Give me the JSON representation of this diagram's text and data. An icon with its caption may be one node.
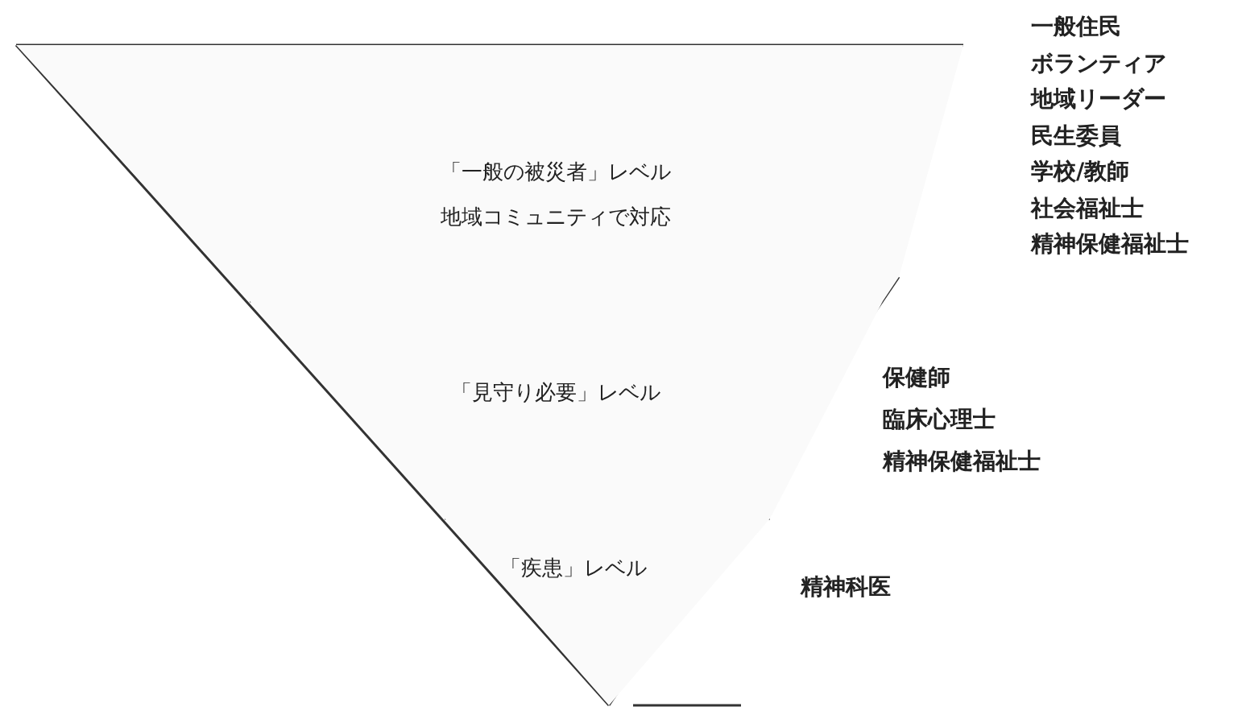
{
  "diagram": {
    "nodes": [
      {
        "text": [
          "「一般の被災者」レベル",
          "地域コミュニティで対応"
        ],
        "beside": [
          "一般住民",
          "ボランティア",
          "地域リーダー",
          "民生委員",
          "学校/教師",
          "社会福祉士",
          "精神保健福祉士"
        ]
      },
      {
        "text": [
          "「見守り必要」レベル"
        ],
        "beside": [
          "保健師",
          "臨床心理士",
          "精神保健福祉士"
        ]
      },
      {
        "text": [
          "「疾患」レベル"
        ],
        "beside": [
          "精神科医"
        ]
      }
    ]
  }
}
